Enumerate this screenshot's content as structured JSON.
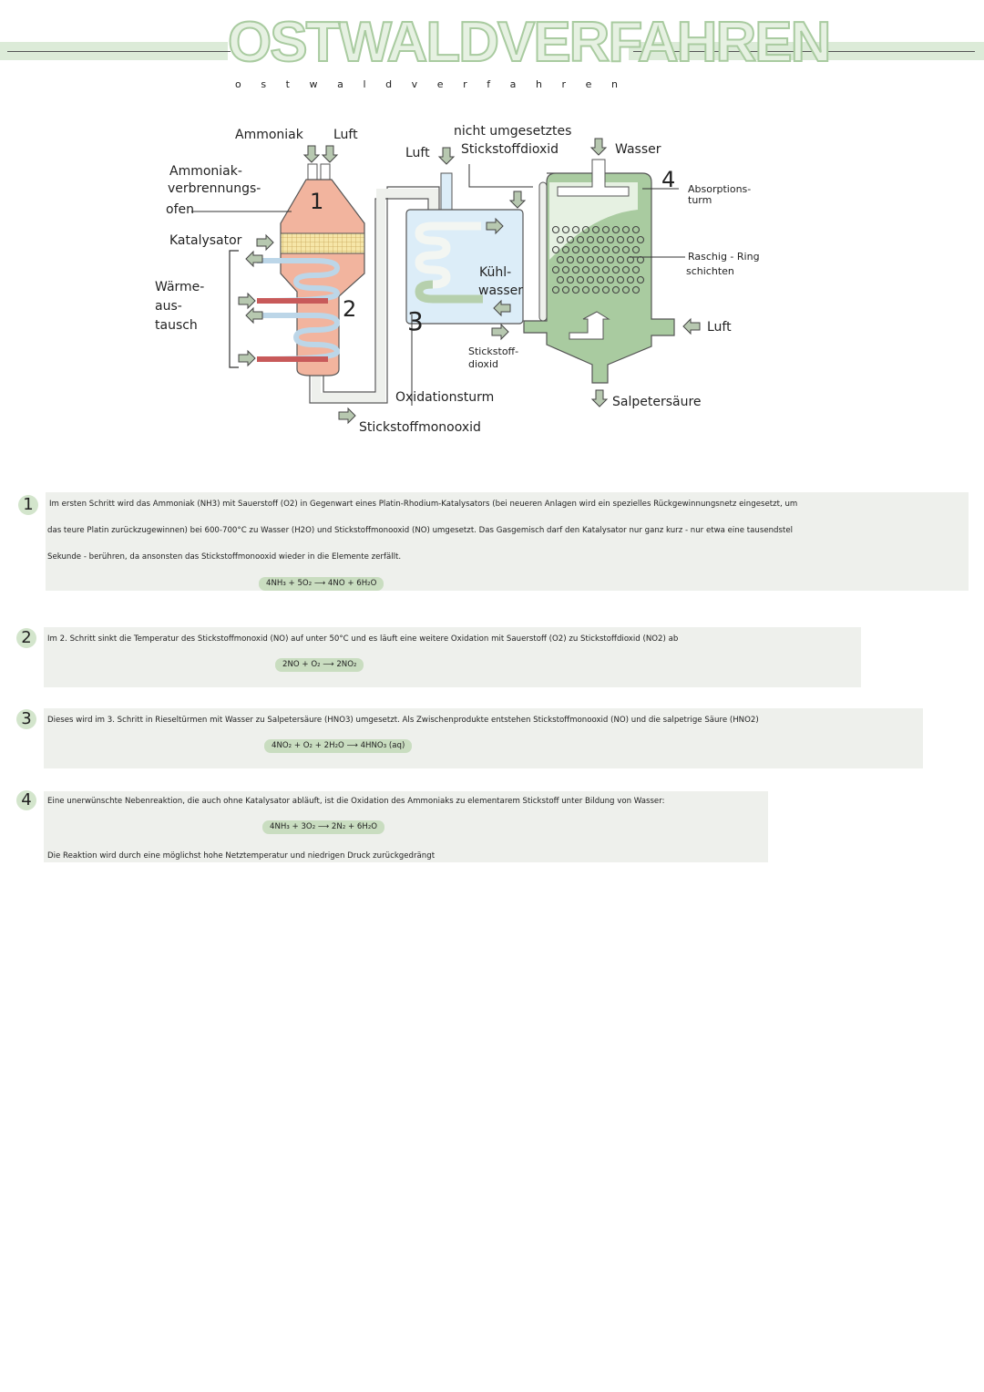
{
  "title": "OSTWALDVERFAHREN",
  "subtitle_letters": [
    "o",
    "s",
    "t",
    "w",
    "a",
    "l",
    "d",
    "v",
    "e",
    "r",
    "f",
    "a",
    "h",
    "r",
    "e",
    "n"
  ],
  "colors": {
    "accent_green": "#a9cba0",
    "band": "#dcebd8",
    "furnace": "#f2b49e",
    "cooler": "#dcedf8",
    "absorber": "#a9cba0",
    "box_bg": "#eef0ec",
    "pill": "#c9ddc0"
  },
  "diagram": {
    "ammoniak": "Ammoniak",
    "luft_top": "Luft",
    "furnace_label": [
      "Ammoniak-",
      "verbrennungs-",
      "ofen"
    ],
    "katalysator": "Katalysator",
    "waerme": [
      "Wärme-",
      "aus-",
      "tausch"
    ],
    "n1": "1",
    "n2": "2",
    "n3": "3",
    "n4": "4",
    "luft_cooler": "Luft",
    "nicht_umgesetzt": [
      "nicht umgesetztes",
      "Stickstoffdioxid"
    ],
    "wasser": "Wasser",
    "absorption": [
      "Absorptions-",
      "turm"
    ],
    "raschig": [
      "Raschig - Ring",
      "schichten"
    ],
    "kuehlwasser": [
      "Kühl-",
      "wasser"
    ],
    "luft_right": "Luft",
    "stickstoffdioxid": [
      "Stickstoff-",
      "dioxid"
    ],
    "oxidationsturm": "Oxidationsturm",
    "salpetersaeure": "Salpetersäure",
    "stickstoffmonooxid": "Stickstoffmonooxid"
  },
  "steps": [
    {
      "number": "1",
      "lines": [
        "Im ersten Schritt wird das Ammoniak (NH3) mit Sauerstoff (O2) in Gegenwart eines Platin-Rhodium-Katalysators (bei neueren Anlagen wird ein spezielles Rückgewinnungsnetz eingesetzt, um",
        "das teure Platin zurückzugewinnen) bei 600-700°C zu Wasser (H2O) und Stickstoffmonooxid (NO) umgesetzt. Das Gasgemisch darf den Katalysator nur ganz kurz - nur etwa eine tausendstel",
        "Sekunde - berühren, da ansonsten das Stickstoffmonooxid wieder in die Elemente zerfällt."
      ],
      "equation": "4NH₃ + 5O₂ ⟶ 4NO + 6H₂O"
    },
    {
      "number": "2",
      "lines": [
        "Im 2. Schritt sinkt die Temperatur des Stickstoffmonoxid (NO) auf unter 50°C und es läuft eine weitere Oxidation mit Sauerstoff (O2) zu Stickstoffdioxid (NO2) ab"
      ],
      "equation": "2NO + O₂ ⟶ 2NO₂"
    },
    {
      "number": "3",
      "lines": [
        "Dieses wird im 3. Schritt in Rieseltürmen mit Wasser zu Salpetersäure (HNO3) umgesetzt. Als Zwischenprodukte entstehen Stickstoffmonooxid (NO) und die salpetrige Säure (HNO2)"
      ],
      "equation": "4NO₂ + O₂ + 2H₂O ⟶ 4HNO₃ (aq)"
    },
    {
      "number": "4",
      "lines": [
        "Eine unerwünschte Nebenreaktion, die auch ohne Katalysator abläuft, ist die Oxidation des Ammoniaks zu elementarem Stickstoff unter Bildung von Wasser:"
      ],
      "equation": "4NH₃ + 3O₂ ⟶ 2N₂ + 6H₂O",
      "note": "Die Reaktion wird durch eine möglichst hohe Netztemperatur und niedrigen Druck zurückgedrängt"
    }
  ]
}
